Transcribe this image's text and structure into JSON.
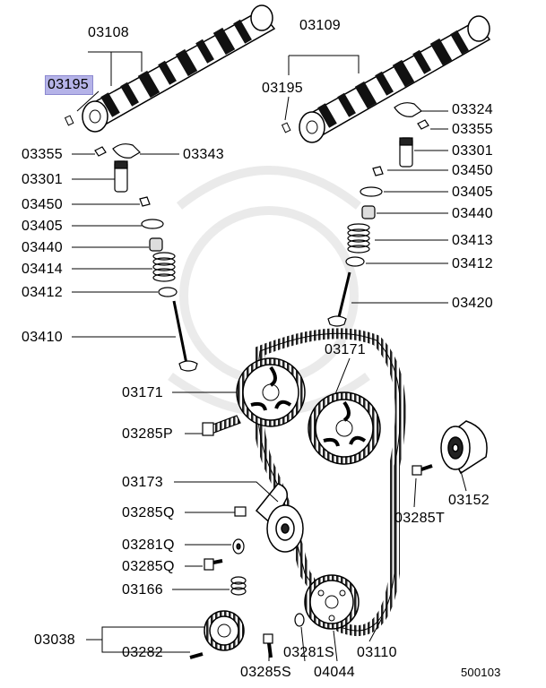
{
  "diagram": {
    "figure_number": "500103",
    "highlighted_part": "03195",
    "callouts": {
      "p03108": "03108",
      "p03195_left": "03195",
      "p03109": "03109",
      "p03195_right": "03195",
      "p03324": "03324",
      "p03355_right": "03355",
      "p03301_right": "03301",
      "p03450_right": "03450",
      "p03405_right": "03405",
      "p03440_right": "03440",
      "p03413": "03413",
      "p03412_right": "03412",
      "p03420": "03420",
      "p03355_left": "03355",
      "p03343": "03343",
      "p03301_left": "03301",
      "p03450_left": "03450",
      "p03405_left": "03405",
      "p03440_left": "03440",
      "p03414": "03414",
      "p03412_left": "03412",
      "p03410": "03410",
      "p03171_upper": "03171",
      "p03171_left": "03171",
      "p03285P": "03285P",
      "p03173": "03173",
      "p03285Q_a": "03285Q",
      "p03281Q": "03281Q",
      "p03285Q_b": "03285Q",
      "p03166": "03166",
      "p03038": "03038",
      "p03282": "03282",
      "p03285S": "03285S",
      "p03281S": "03281S",
      "p04044": "04044",
      "p03110": "03110",
      "p03285T": "03285T",
      "p03152": "03152"
    }
  }
}
